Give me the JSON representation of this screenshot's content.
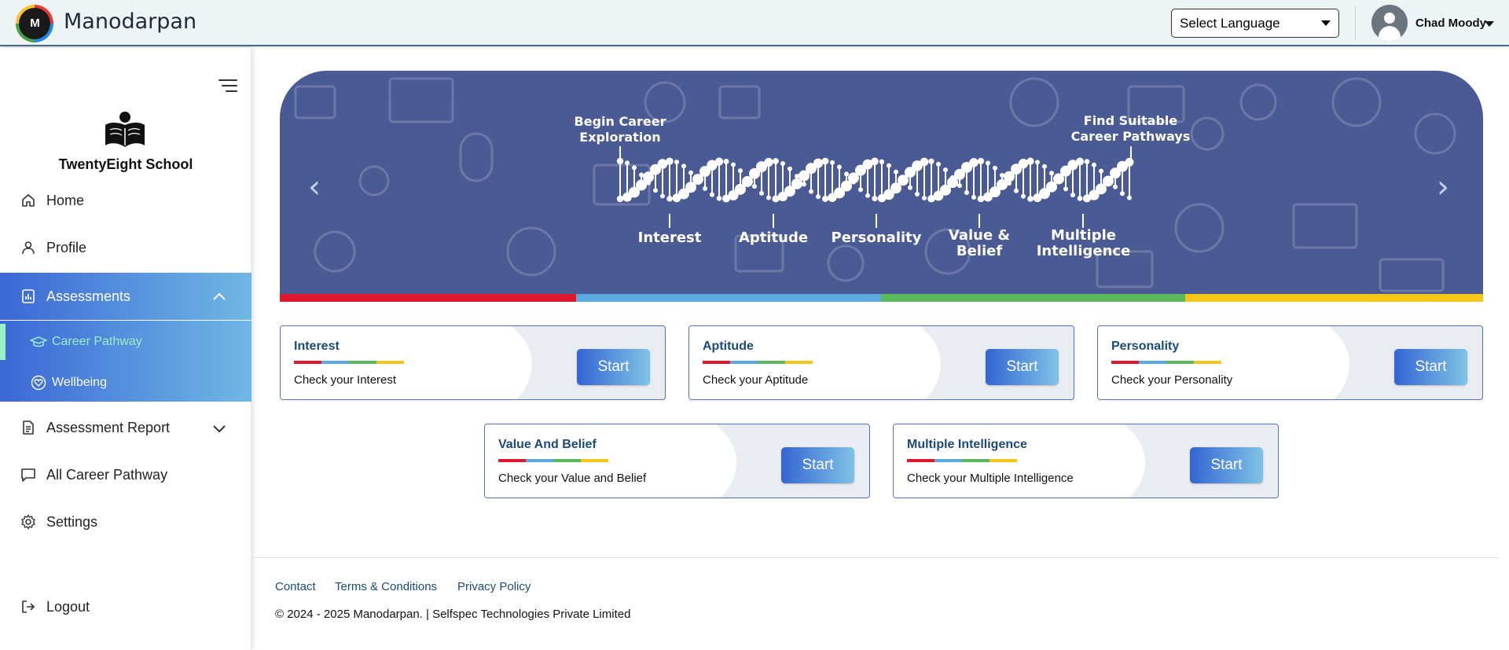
{
  "header": {
    "brand": "Manodarpan",
    "logo_text": "M",
    "language_select": "Select Language",
    "user_name": "Chad Moody"
  },
  "sidebar": {
    "school_name": "TwentyEight School",
    "items": [
      {
        "label": "Home",
        "icon": "home-icon"
      },
      {
        "label": "Profile",
        "icon": "user-icon"
      },
      {
        "label": "Assessments",
        "icon": "chart-icon"
      },
      {
        "label": "Assessment Report",
        "icon": "document-icon"
      },
      {
        "label": "All Career Pathway",
        "icon": "chat-icon"
      },
      {
        "label": "Settings",
        "icon": "gear-icon"
      },
      {
        "label": "Logout",
        "icon": "logout-icon"
      }
    ],
    "sub_items": [
      {
        "label": "Career Pathway",
        "icon": "graduation-cap-icon",
        "active": true
      },
      {
        "label": "Wellbeing",
        "icon": "heart-icon",
        "active": false
      }
    ]
  },
  "banner": {
    "top_left": "Begin Career Exploration",
    "top_right": "Find Suitable Career Pathways",
    "labels": [
      "Interest",
      "Aptitude",
      "Personality",
      "Value & Belief",
      "Multiple Intelligence"
    ],
    "bar_colors": [
      "#e0182d",
      "#5aa9e0",
      "#5cb85c",
      "#f5c518"
    ]
  },
  "cards": [
    {
      "title": "Interest",
      "desc": "Check your Interest",
      "button": "Start"
    },
    {
      "title": "Aptitude",
      "desc": "Check your Aptitude",
      "button": "Start"
    },
    {
      "title": "Personality",
      "desc": "Check your Personality",
      "button": "Start"
    },
    {
      "title": "Value And Belief",
      "desc": "Check your Value and Belief",
      "button": "Start"
    },
    {
      "title": "Multiple Intelligence",
      "desc": "Check your Multiple Intelligence",
      "button": "Start"
    }
  ],
  "footer": {
    "links": [
      "Contact",
      "Terms & Conditions",
      "Privacy Policy"
    ],
    "copyright": "© 2024 - 2025 Manodarpan. | Selfspec Technologies Private Limited"
  }
}
